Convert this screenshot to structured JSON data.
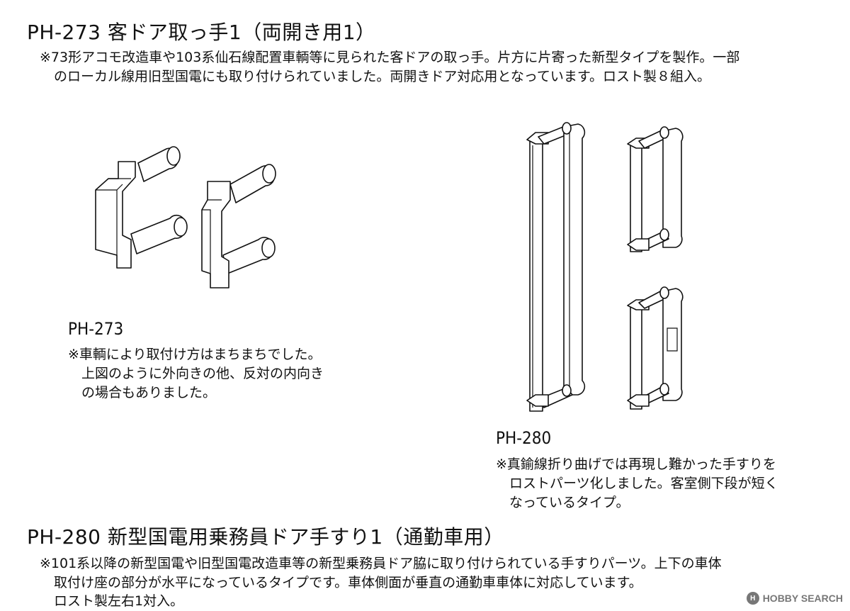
{
  "section1": {
    "title": "PH-273 客ドア取っ手1（両開き用1）",
    "desc_line1": "※73形アコモ改造車や103系仙石線配置車輌等に見られた客ドアの取っ手。片方に片寄った新型タイプを製作。一部",
    "desc_line2": "のローカル線用旧型国電にも取り付けられていました。両開きドア対応用となっています。ロスト製８組入。"
  },
  "figure_left": {
    "code": "PH-273",
    "note_line1": "※車輌により取付け方はまちまちでした。",
    "note_line2": "上図のように外向きの他、反対の内向き",
    "note_line3": "の場合もありました。"
  },
  "figure_right": {
    "code": "PH-280",
    "note_line1": "※真鍮線折り曲げでは再現し難かった手すりを",
    "note_line2": "ロストパーツ化しました。客室側下段が短く",
    "note_line3": "なっているタイプ。"
  },
  "section2": {
    "title": "PH-280 新型国電用乗務員ドア手すり1（通勤車用）",
    "desc_line1": "※101系以降の新型国電や旧型国電改造車等の新型乗務員ドア脇に取り付けられている手すりパーツ。上下の車体",
    "desc_line2": "取付け座の部分が水平になっているタイプです。車体側面が垂直の通勤車車体に対応しています。",
    "desc_line3": "ロスト製左右1対入。"
  },
  "watermark": {
    "logo_letter": "H",
    "text": "HOBBY SEARCH"
  }
}
